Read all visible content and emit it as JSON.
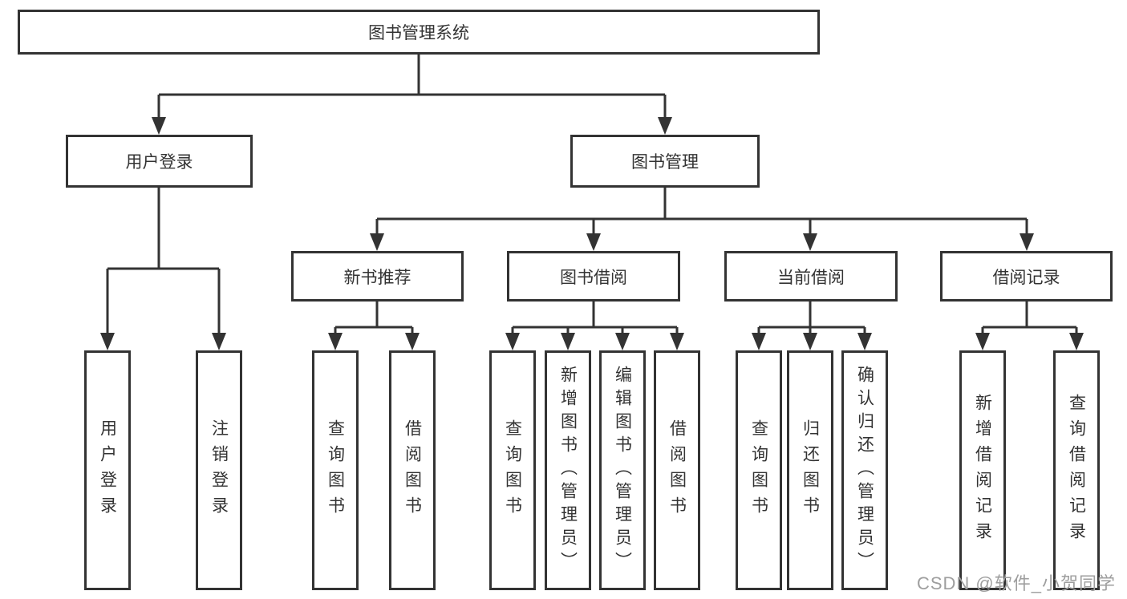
{
  "colors": {
    "line": "#333333",
    "text": "#333333",
    "background": "#ffffff",
    "watermark": "#9e9e9e"
  },
  "watermark": {
    "text": "CSDN @软件_小贺同学"
  },
  "tree": {
    "label": "图书管理系统",
    "children": [
      {
        "label": "用户登录",
        "children": [
          {
            "label": "用户登录"
          },
          {
            "label": "注销登录"
          }
        ]
      },
      {
        "label": "图书管理",
        "children": [
          {
            "label": "新书推荐",
            "children": [
              {
                "label": "查询图书"
              },
              {
                "label": "借阅图书"
              }
            ]
          },
          {
            "label": "图书借阅",
            "children": [
              {
                "label": "查询图书"
              },
              {
                "label": "新增图书（管理员）"
              },
              {
                "label": "编辑图书（管理员）"
              },
              {
                "label": "借阅图书"
              }
            ]
          },
          {
            "label": "当前借阅",
            "children": [
              {
                "label": "查询图书"
              },
              {
                "label": "归还图书"
              },
              {
                "label": "确认归还（管理员）"
              }
            ]
          },
          {
            "label": "借阅记录",
            "children": [
              {
                "label": "新增借阅记录"
              },
              {
                "label": "查询借阅记录"
              }
            ]
          }
        ]
      }
    ]
  }
}
